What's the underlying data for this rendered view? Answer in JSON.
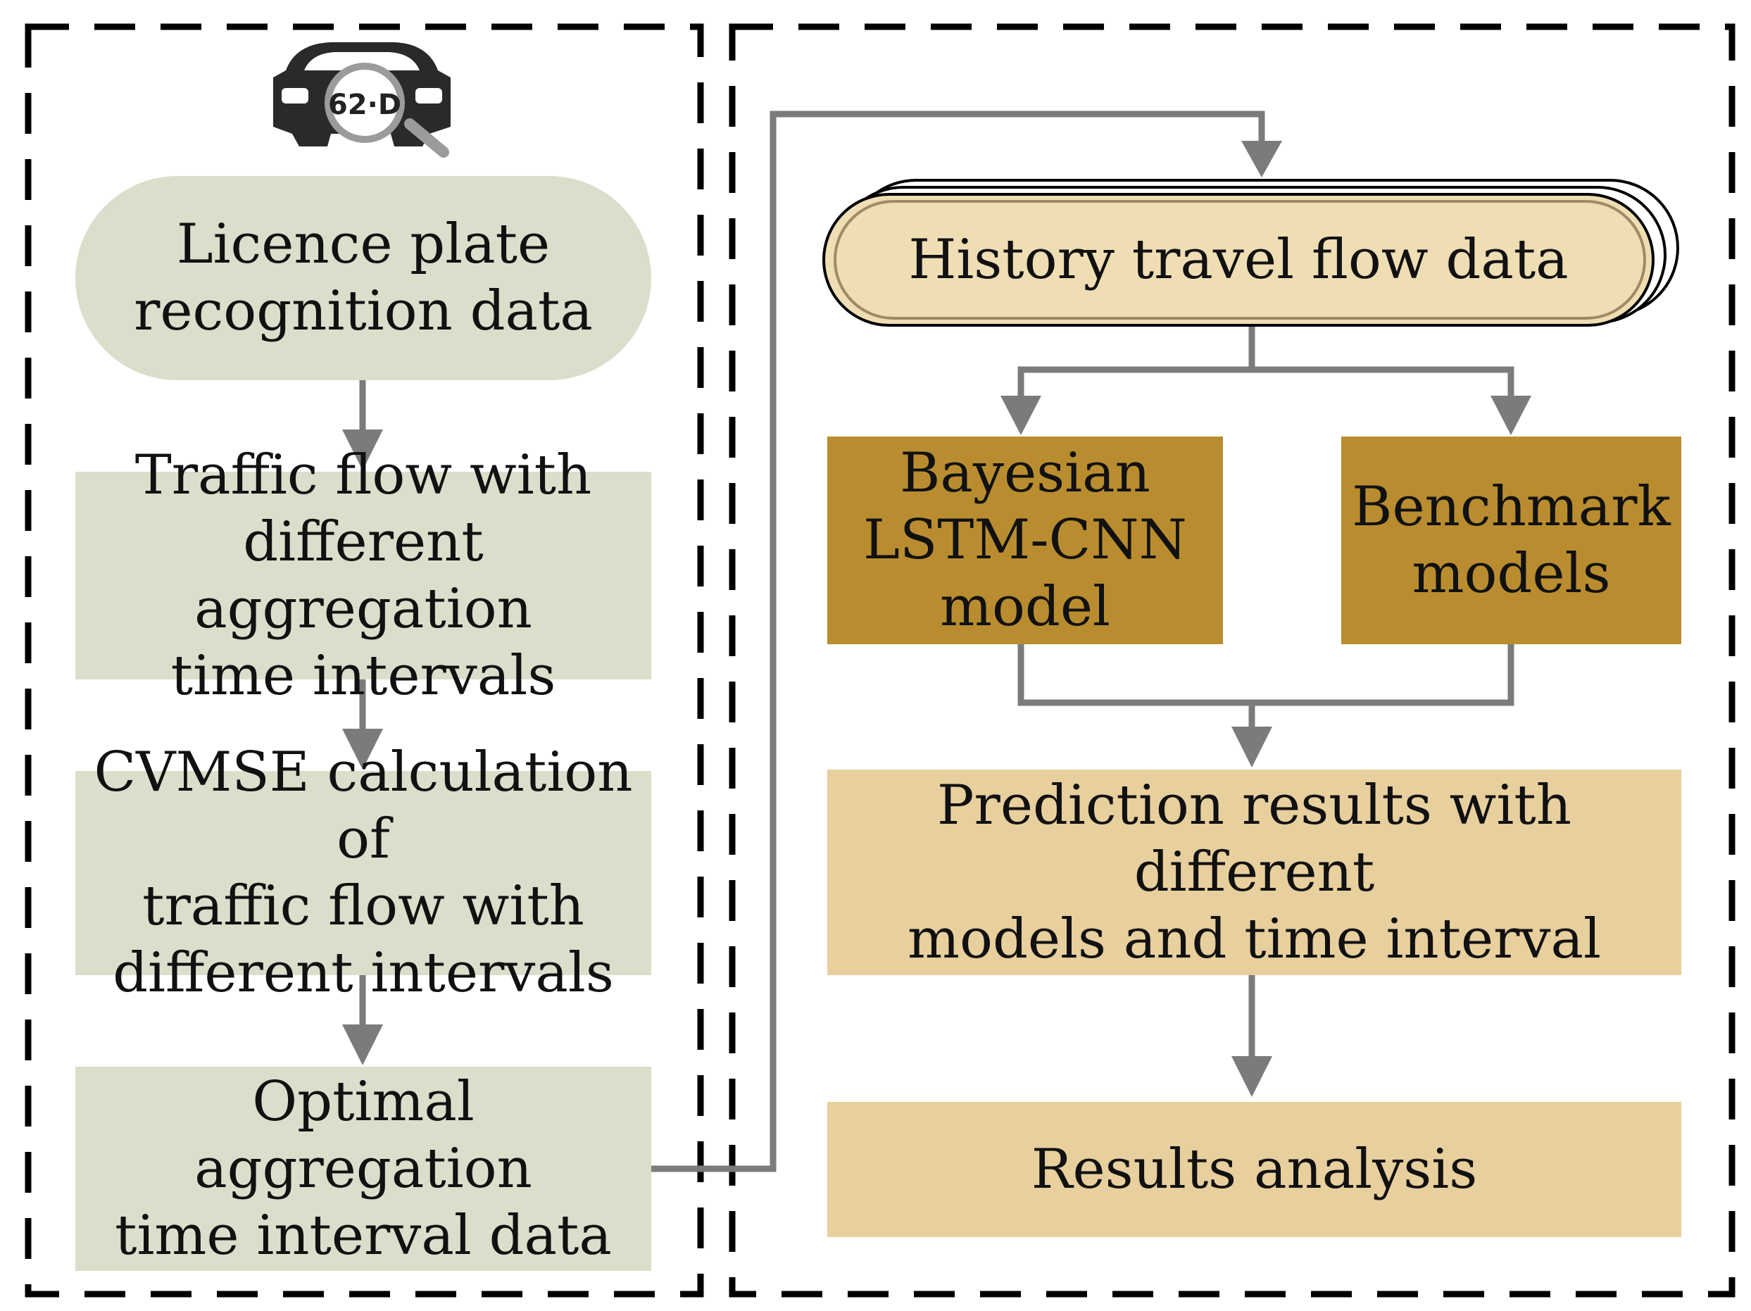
{
  "colors": {
    "sage_fill": "#dcdecb",
    "gold_fill": "#b98d2f",
    "light_tan_fill": "#e8cf9e",
    "cream_fill": "#efddb4",
    "arrow": "#7b7b7b",
    "frame": "#000000"
  },
  "icon": {
    "name": "car-magnifier-icon",
    "plate_text": "62·D"
  },
  "left_flow": {
    "licence": "Licence plate\nrecognition data",
    "traffic": "Traffic flow with\ndifferent aggregation\ntime intervals",
    "cvmse": "CVMSE calculation of\ntraffic flow with\ndifferent intervals",
    "optimal": "Optimal aggregation\ntime interval data"
  },
  "right_flow": {
    "history": "History travel flow data",
    "bayesian": "Bayesian\nLSTM-CNN\nmodel",
    "benchmark": "Benchmark\nmodels",
    "prediction": "Prediction results with different\nmodels and time interval",
    "analysis": "Results analysis"
  }
}
